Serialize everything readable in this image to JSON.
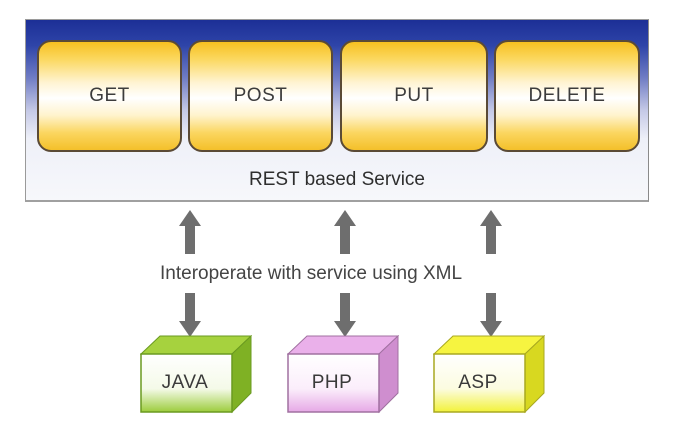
{
  "service": {
    "label": "REST based Service",
    "methods": [
      {
        "label": "GET"
      },
      {
        "label": "POST"
      },
      {
        "label": "PUT"
      },
      {
        "label": "DELETE"
      }
    ]
  },
  "connector": {
    "label": "Interoperate with service using XML"
  },
  "clients": [
    {
      "label": "JAVA",
      "front": "#9ccc3c",
      "top": "#a6d23e",
      "side": "#7fb124"
    },
    {
      "label": "PHP",
      "front": "#e6a8e6",
      "top": "#eab0ea",
      "side": "#cf8ecf"
    },
    {
      "label": "ASP",
      "front": "#f2f23a",
      "top": "#f6f440",
      "side": "#d8d820"
    }
  ],
  "colors": {
    "arrow": "#6e6e6e",
    "method_border": "#5a4a36",
    "header_blue": "#1c2f96"
  }
}
